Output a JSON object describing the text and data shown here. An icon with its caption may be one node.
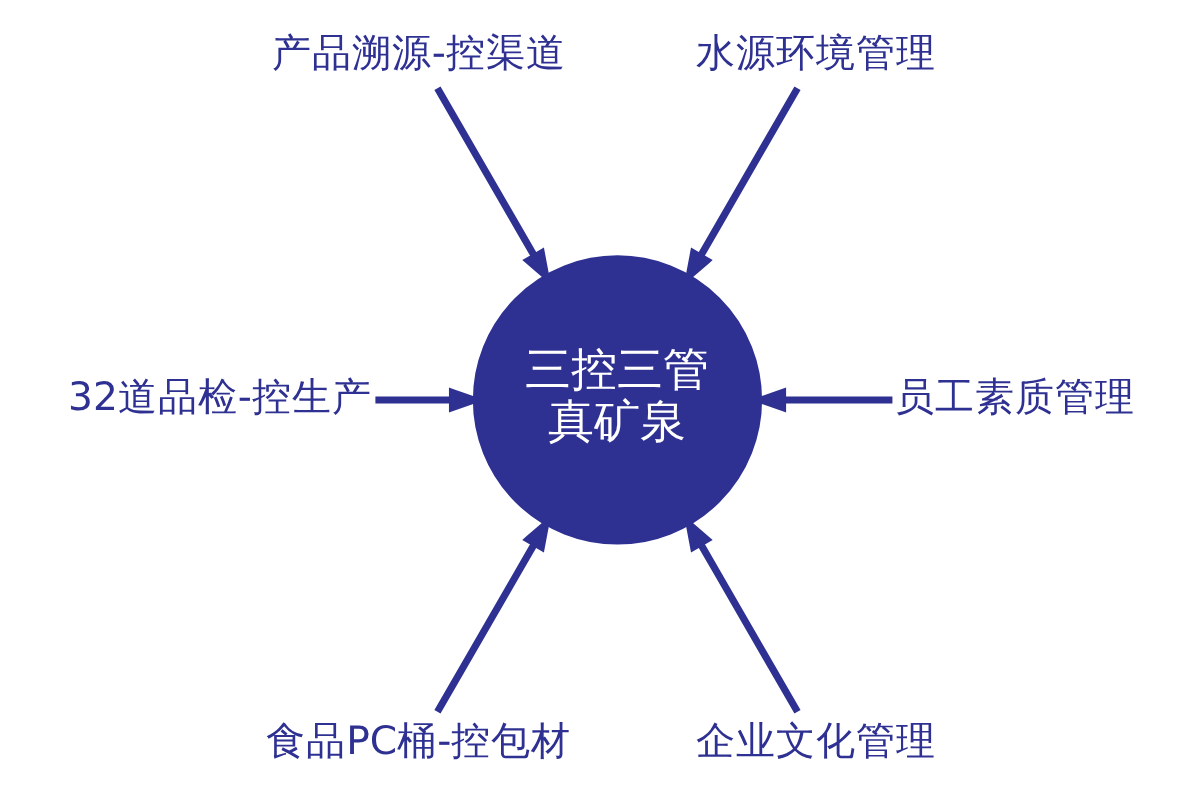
{
  "diagram": {
    "nodes": [
      {
        "text": [
          "产品溯源-控渠道"
        ]
      },
      {
        "text": [
          "水源环境管理"
        ]
      },
      {
        "text": [
          "32道品检-控生产"
        ]
      },
      {
        "text": [
          "三控三管真矿泉"
        ]
      },
      {
        "text": [
          "员工素质管理"
        ]
      },
      {
        "text": [
          "食品PC桶-控包材"
        ]
      },
      {
        "text": [
          "企业文化管理"
        ]
      }
    ],
    "edges": [
      {
        "from": 0,
        "to": 3,
        "arrow": "to"
      },
      {
        "from": 1,
        "to": 3,
        "arrow": "to"
      },
      {
        "from": 2,
        "to": 3,
        "arrow": "to"
      },
      {
        "from": 4,
        "to": 3,
        "arrow": "to"
      },
      {
        "from": 5,
        "to": 3,
        "arrow": "to"
      },
      {
        "from": 6,
        "to": 3,
        "arrow": "to"
      }
    ]
  }
}
